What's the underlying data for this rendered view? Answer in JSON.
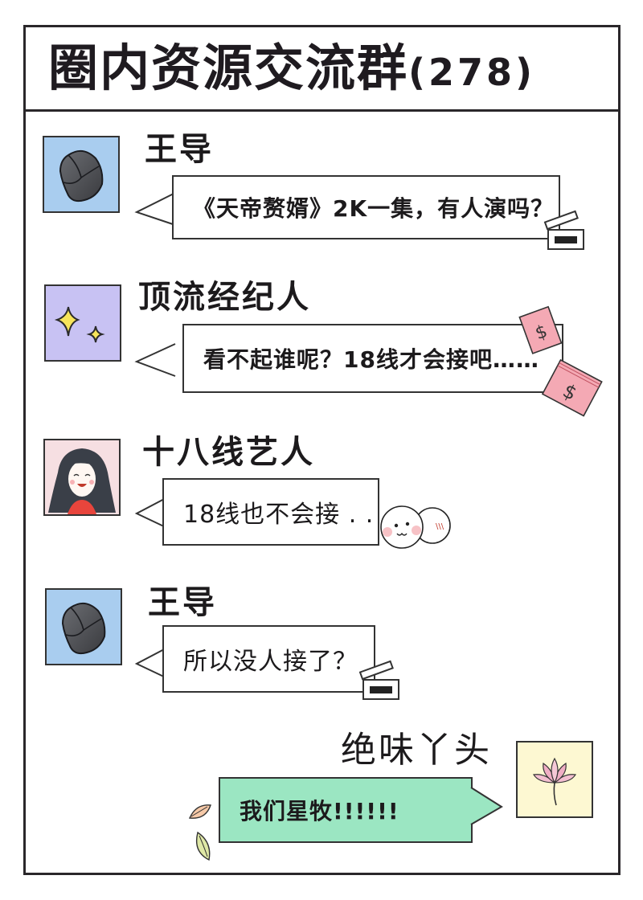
{
  "header": {
    "title": "圈内资源交流群",
    "member_count": "(278)"
  },
  "messages": [
    {
      "sender": "王导",
      "text": "《天帝赘婿》2K一集，有人演吗？",
      "side": "left",
      "avatar": "baseball-cap-icon",
      "avatar_bg": "#a9cdef",
      "sticker": "clapperboard-icon"
    },
    {
      "sender": "顶流经纪人",
      "text": "看不起谁呢？18线才会接吧……",
      "side": "left",
      "avatar": "sparkles-icon",
      "avatar_bg": "#c8c2f3",
      "sticker": "money-bills-icon"
    },
    {
      "sender": "十八线艺人",
      "text": "18线也不会接 . . .",
      "side": "left",
      "avatar": "laughing-girl-icon",
      "avatar_bg": "#f6dfe2",
      "sticker": "blob-faces-icon"
    },
    {
      "sender": "王导",
      "text": "所以没人接了？",
      "side": "left",
      "avatar": "baseball-cap-icon",
      "avatar_bg": "#a9cdef",
      "sticker": "clapperboard-icon"
    },
    {
      "sender": "绝味丫头",
      "text": "我们星牧!!!!!!",
      "side": "right",
      "avatar": "lotus-flower-icon",
      "avatar_bg": "#fdf8d2",
      "bubble_bg": "#9be6c2",
      "sticker": "leaves-icon"
    }
  ],
  "colors": {
    "frame": "#2a272a",
    "text": "#1c1a1c",
    "own_bubble": "#9be6c2",
    "money_pink": "#f4a9b4"
  }
}
